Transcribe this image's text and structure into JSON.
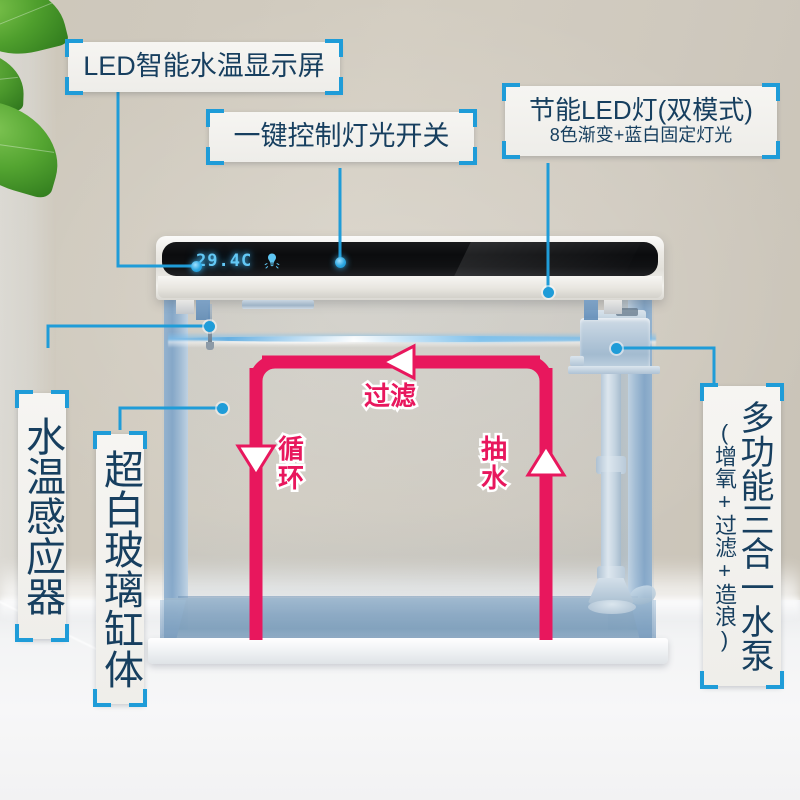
{
  "product": {
    "scene_description": "aquarium-fish-tank-feature-diagram",
    "display_value": "29.4C",
    "light_icon": "bulb-icon"
  },
  "colors": {
    "accent_blue": "#1f9cd8",
    "label_text": "#173f5f",
    "flow_pink": "#e8175d",
    "led_cyan": "#63c8f5"
  },
  "labels": {
    "led_display": {
      "title": "LED智能水温显示屏"
    },
    "light_switch": {
      "title": "一键控制灯光开关"
    },
    "led_lamp": {
      "title": "节能LED灯(双模式)",
      "subtitle": "8色渐变+蓝白固定灯光"
    },
    "temp_sensor": {
      "title": "水温感应器"
    },
    "glass_body": {
      "title": "超白玻璃缸体"
    },
    "pump": {
      "title": "多功能三合一水泵",
      "subtitle": "(增氧+过滤+造浪)"
    }
  },
  "flow_diagram": {
    "filter": {
      "label": "过滤",
      "arrow": "arrow-left"
    },
    "circulate": {
      "label": "循环",
      "arrow": "arrow-down"
    },
    "pump_water": {
      "label": "抽水",
      "arrow": "arrow-up"
    }
  }
}
